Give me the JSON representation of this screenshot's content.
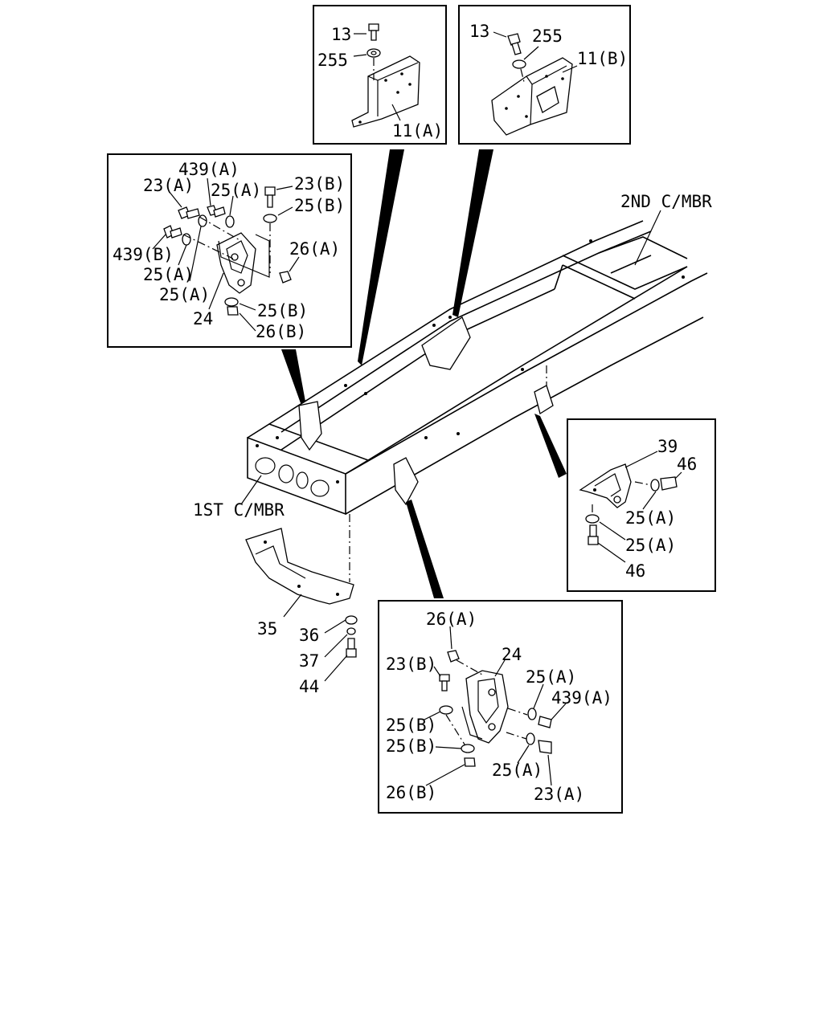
{
  "diagram": {
    "frame_labels": {
      "second_cross_member": "2ND C/MBR",
      "first_cross_member": "1ST C/MBR"
    },
    "inset_top_left": {
      "labels": [
        "13",
        "255",
        "11(A)"
      ]
    },
    "inset_top_right": {
      "labels": [
        "13",
        "255",
        "11(B)"
      ]
    },
    "inset_left": {
      "labels": [
        "439(A)",
        "23(A)",
        "25(A)",
        "23(B)",
        "25(B)",
        "439(B)",
        "26(A)",
        "25(A)",
        "25(A)",
        "24",
        "25(B)",
        "26(B)"
      ]
    },
    "inset_right": {
      "labels": [
        "39",
        "46",
        "25(A)",
        "25(A)",
        "46"
      ]
    },
    "inset_bottom": {
      "labels": [
        "26(A)",
        "24",
        "23(B)",
        "25(A)",
        "439(A)",
        "25(B)",
        "25(B)",
        "25(A)",
        "26(B)",
        "23(A)"
      ]
    },
    "main_parts": {
      "labels": [
        "35",
        "36",
        "37",
        "44"
      ]
    }
  }
}
